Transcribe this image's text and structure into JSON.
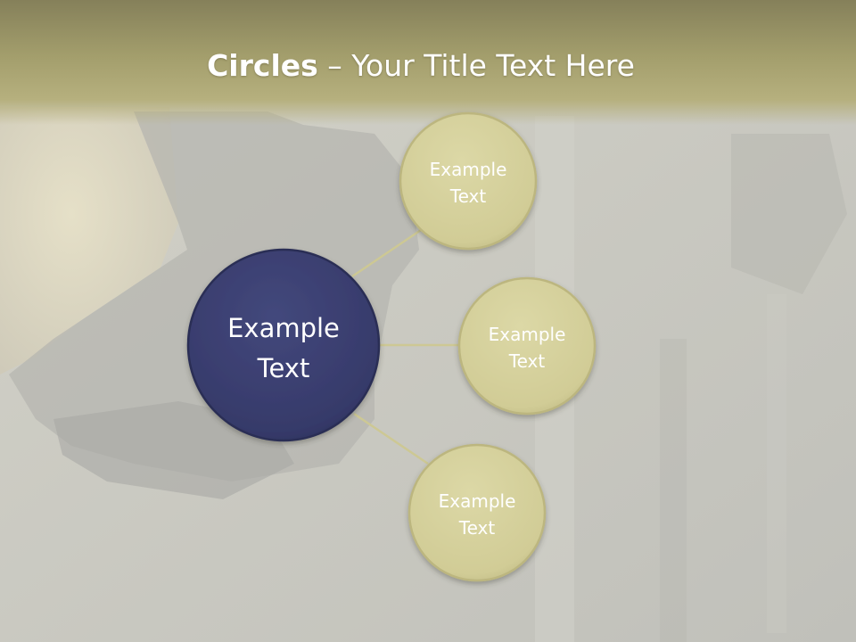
{
  "slide": {
    "title_bold": "Circles",
    "title_rest": " – Your Title Text Here"
  },
  "colors": {
    "title_band": "#a39e6c",
    "center_circle": "#363a6a",
    "outer_circle": "#d4cf9a",
    "connector": "#cdc894",
    "background": "#c4c4bd"
  },
  "diagram": {
    "center": {
      "line1": "Example",
      "line2": "Text"
    },
    "nodes": [
      {
        "line1": "Example",
        "line2": "Text"
      },
      {
        "line1": "Example",
        "line2": "Text"
      },
      {
        "line1": "Example",
        "line2": "Text"
      }
    ]
  }
}
